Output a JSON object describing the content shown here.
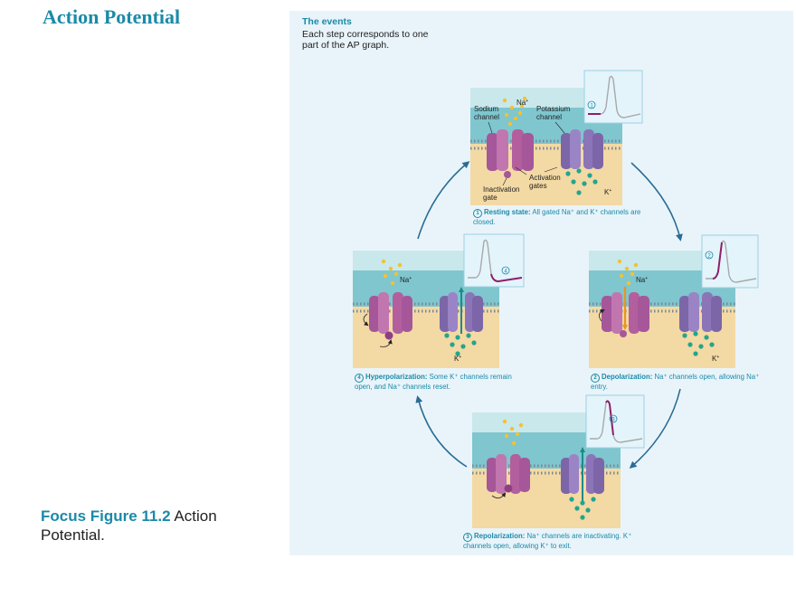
{
  "title": "Action Potential",
  "focus_figure": {
    "label": "Focus Figure 11.2",
    "text": "Action Potential."
  },
  "events": {
    "heading": "The events",
    "text": "Each step corresponds to one part of the AP graph."
  },
  "labels": {
    "sodium_channel": [
      "Sodium",
      "channel"
    ],
    "potassium_channel": [
      "Potassium",
      "channel"
    ],
    "activation_gates": [
      "Activation",
      "gates"
    ],
    "inactivation_gate": [
      "Inactivation",
      "gate"
    ],
    "na": "Na",
    "k": "K",
    "plus": "+"
  },
  "steps": [
    {
      "num": "1",
      "title": "Resting state:",
      "text": "All gated Na⁺ and K⁺ channels are closed."
    },
    {
      "num": "2",
      "title": "Depolarization:",
      "text": "Na⁺ channels open, allowing Na⁺ entry."
    },
    {
      "num": "3",
      "title": "Repolarization:",
      "text": "Na⁺ channels are inactivating. K⁺ channels open, allowing K⁺ to exit."
    },
    {
      "num": "4",
      "title": "Hyperpolarization:",
      "text": "Some K⁺ channels remain open, and Na⁺ channels reset."
    }
  ],
  "colors": {
    "accent": "#1a8aa8",
    "extracellular": "#7fc6cf",
    "intracellular": "#f3d9a4",
    "sodium_channel": "#b35f9e",
    "potassium_channel": "#8c74b8",
    "sodium_ion": "#f2c230",
    "potassium_ion": "#23a58c",
    "graph_highlight": "#8e1f6a"
  }
}
